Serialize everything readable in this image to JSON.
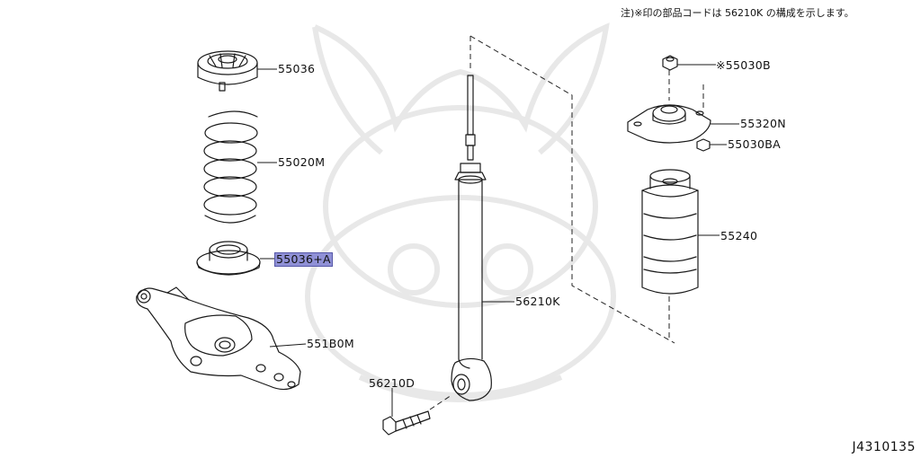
{
  "note": "注)※印の部品コードは 56210K の構成を示します。",
  "figure_id": "J4310135",
  "callouts": {
    "c55036": "55036",
    "c55020m": "55020M",
    "c55036a": "55036+A",
    "c551b0m": "551B0M",
    "c56210k": "56210K",
    "c56210d": "56210D",
    "c55030b": "※55030B",
    "c55320n": "55320N",
    "c55030ba": "55030BA",
    "c55240": "55240"
  },
  "colors": {
    "highlight": "#8f90d6",
    "line": "#1a1a1a",
    "watermark": "#e6e6e6"
  }
}
